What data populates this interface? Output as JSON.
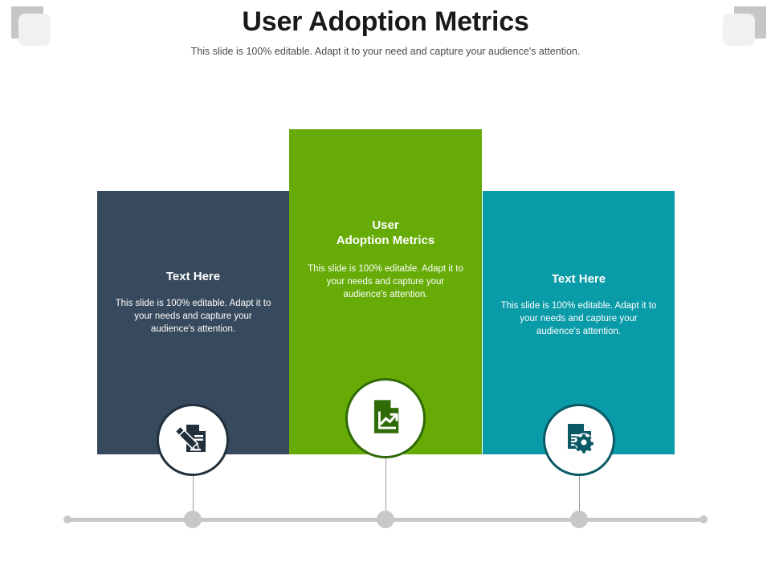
{
  "header": {
    "title": "User Adoption Metrics",
    "subtitle": "This slide is 100% editable. Adapt it to your need and capture your audience's attention."
  },
  "columns": [
    {
      "id": "left",
      "heading": "Text Here",
      "body": "This slide is 100% editable. Adapt it to your needs and capture your audience's attention.",
      "color": "#37495c",
      "icon": "document-pencil-icon",
      "icon_ring_color": "#22303d"
    },
    {
      "id": "center",
      "heading_line1": "User",
      "heading_line2": "Adoption Metrics",
      "body": "This slide is 100% editable. Adapt it to your needs and capture your audience's attention.",
      "color": "#66ab06",
      "icon": "document-growth-chart-icon",
      "icon_ring_color": "#2f6b06"
    },
    {
      "id": "right",
      "heading": "Text Here",
      "body": "This slide is 100% editable. Adapt it to your needs and capture your audience's attention.",
      "color": "#0a9ba8",
      "icon": "document-gear-icon",
      "icon_ring_color": "#0a5a66"
    }
  ],
  "timeline": {
    "line_color": "#c8c8c8",
    "node_count": 3
  },
  "decoration": {
    "square_back_color": "#c6c6c6",
    "square_front_color": "#f1f1f1"
  }
}
